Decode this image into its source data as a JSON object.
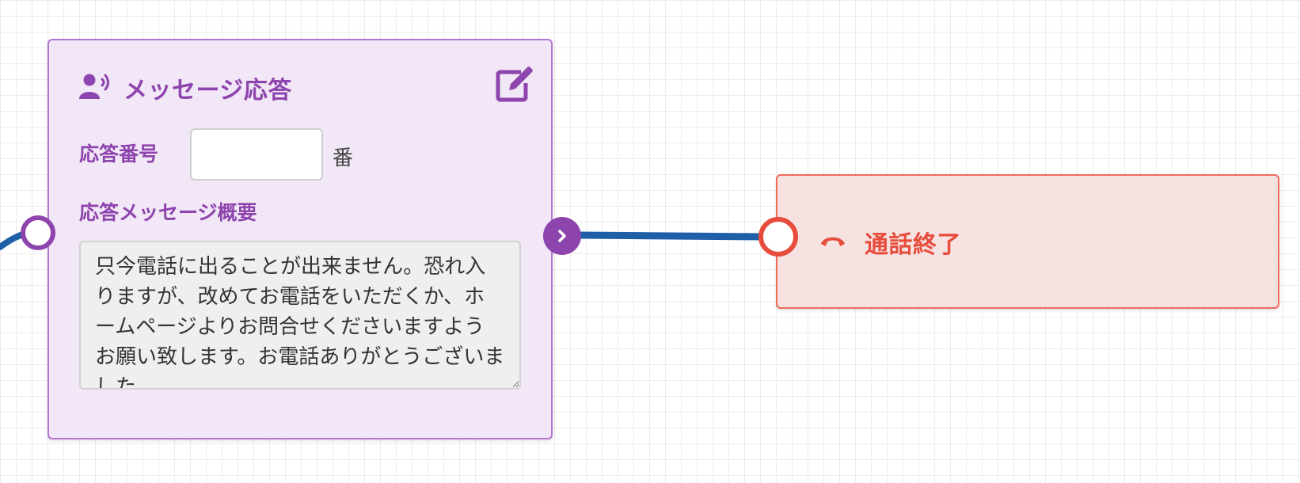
{
  "message_node": {
    "icon": "person-speaking-icon",
    "title": "メッセージ応答",
    "edit_icon": "edit-icon",
    "number_label": "応答番号",
    "number_value": "",
    "number_suffix": "番",
    "summary_label": "応答メッセージ概要",
    "summary_text": "只今電話に出ることが出来ません。恐れ入りますが、改めてお電話をいただくか、ホームページよりお問合せくださいますようお願い致します。お電話ありがとうございました。",
    "accent_color": "#8e44ad"
  },
  "end_node": {
    "icon": "hang-up-phone-icon",
    "title": "通話終了",
    "accent_color": "#e74c3c"
  },
  "connector": {
    "color": "#1f5fa8"
  }
}
